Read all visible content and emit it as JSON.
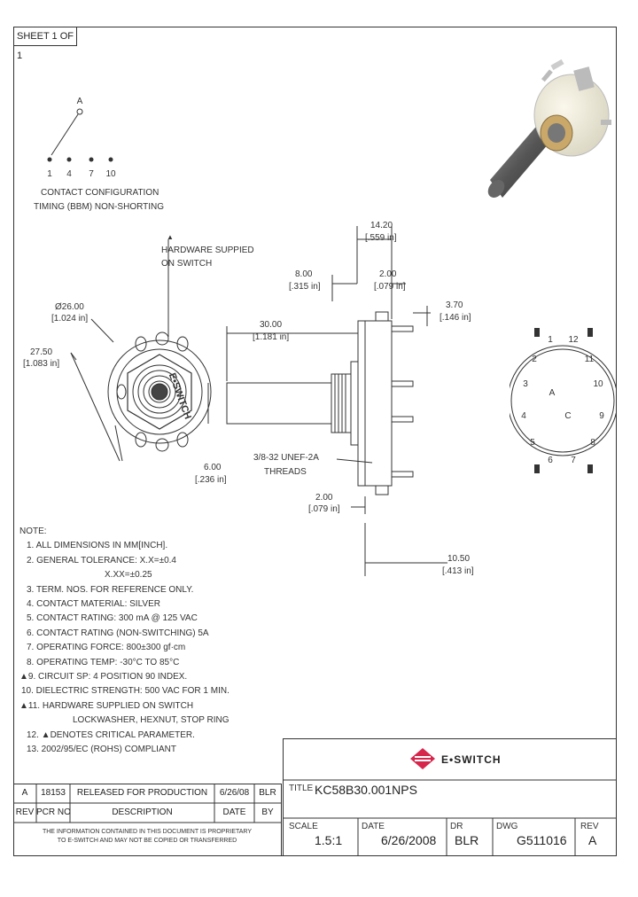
{
  "sheet_label": "SHEET 1 OF 1",
  "contact_config": {
    "common_label": "A",
    "positions": [
      "1",
      "4",
      "7",
      "10"
    ],
    "caption_line1": "CONTACT CONFIGURATION",
    "caption_line2": "TIMING (BBM) NON-SHORTING"
  },
  "front_view": {
    "brand_text": "E•SWITCH",
    "dia_label": "Ø26.00",
    "dia_label_in": "[1.024 in]",
    "width_label": "27.50",
    "width_label_in": "[1.083 in]",
    "hardware_line1": "HARDWARE SUPPIED",
    "hardware_line2": "ON SWITCH",
    "hardware_mark": "▲"
  },
  "side_view": {
    "dim_1420": "14.20",
    "dim_1420_in": "[.559 in]",
    "dim_600_top": "8.00",
    "dim_600_top_in": "[.315 in]",
    "dim_200_top": "2.00",
    "dim_200_top_in": "[.079 in]",
    "dim_370": "3.70",
    "dim_370_in": "[.146 in]",
    "dim_3000": "30.00",
    "dim_3000_in": "[1.181 in]",
    "dim_600": "6.00",
    "dim_600_in": "[.236 in]",
    "thread_line1": "3/8-32 UNEF-2A",
    "thread_line2": "THREADS",
    "dim_200_bot": "2.00",
    "dim_200_bot_in": "[.079 in]",
    "dim_1050": "10.50",
    "dim_1050_in": "[.413 in]"
  },
  "rear_view": {
    "terminal_labels": [
      "1",
      "2",
      "3",
      "4",
      "5",
      "6",
      "7",
      "8",
      "9",
      "10",
      "11",
      "12",
      "A",
      "C"
    ]
  },
  "notes": {
    "title": "NOTE:",
    "lines": [
      "1. ALL DIMENSIONS IN MM[INCH].",
      "2. GENERAL TOLERANCE: X.X=±0.4",
      "X.XX=±0.25",
      "3. TERM. NOS. FOR REFERENCE ONLY.",
      "4. CONTACT MATERIAL: SILVER",
      "5. CONTACT RATING: 300 mA @ 125 VAC",
      "6. CONTACT RATING (NON-SWITCHING) 5A",
      "7. OPERATING FORCE: 800±300 gf·cm",
      "8. OPERATING TEMP: -30°C TO 85°C",
      "9. CIRCUIT SP: 4 POSITION 90 INDEX.",
      "10. DIELECTRIC STRENGTH: 500 VAC FOR 1 MIN.",
      "11. HARDWARE SUPPLIED ON SWITCH",
      "LOCKWASHER, HEXNUT, STOP RING",
      "12. ▲DENOTES CRITICAL PARAMETER.",
      "13. 2002/95/EC (ROHS) COMPLIANT"
    ],
    "mark": "▲"
  },
  "title_block": {
    "company": "E•SWITCH",
    "title_label": "TITLE",
    "title_value": "KC58B30.001NPS",
    "scale_label": "SCALE",
    "scale_value": "1.5:1",
    "date_label": "DATE",
    "date_value": "6/26/2008",
    "dr_label": "DR",
    "dr_value": "BLR",
    "dwg_label": "DWG",
    "dwg_value": "G511016",
    "rev_label": "REV",
    "rev_value": "A"
  },
  "revision_table": {
    "row": [
      "A",
      "18153",
      "RELEASED FOR PRODUCTION",
      "6/26/08",
      "BLR"
    ],
    "headers": [
      "REV",
      "PCR NO",
      "DESCRIPTION",
      "DATE",
      "BY"
    ],
    "disclaimer_line1": "THE INFORMATION CONTAINED IN THIS DOCUMENT IS PROPRIETARY",
    "disclaimer_line2": "TO E-SWITCH AND MAY NOT BE COPIED OR TRANSFERRED"
  }
}
